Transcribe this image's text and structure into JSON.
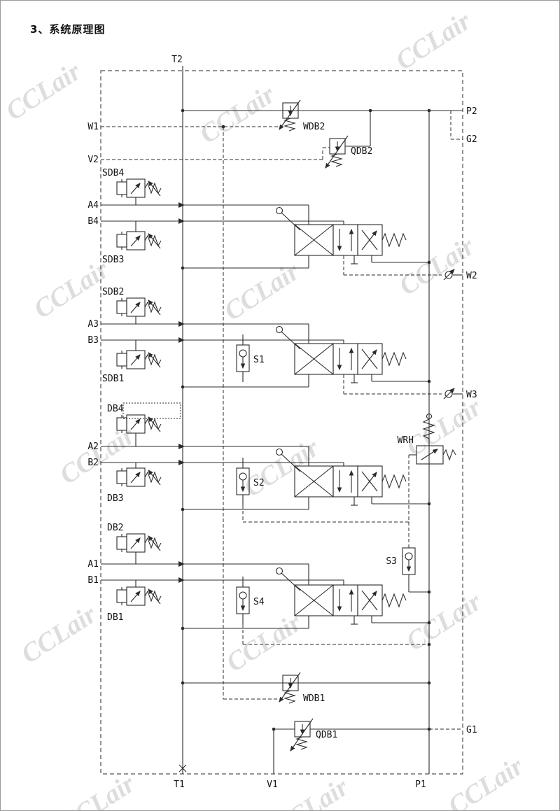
{
  "title": "3、系统原理图",
  "watermark": "CCLair",
  "ports": {
    "t2": "T2",
    "w1": "W1",
    "v2": "V2",
    "a4": "A4",
    "b4": "B4",
    "a3": "A3",
    "b3": "B3",
    "a2": "A2",
    "b2": "B2",
    "a1": "A1",
    "b1": "B1",
    "t1": "T1",
    "v1": "V1",
    "p1": "P1",
    "p2": "P2",
    "g2": "G2",
    "w2": "W2",
    "w3": "W3",
    "g1": "G1"
  },
  "components": {
    "sdb4": "SDB4",
    "sdb3": "SDB3",
    "sdb2": "SDB2",
    "sdb1": "SDB1",
    "db4": "DB4",
    "db3": "DB3",
    "db2": "DB2",
    "db1": "DB1",
    "wdb2": "WDB2",
    "qdb2": "QDB2",
    "wdb1": "WDB1",
    "qdb1": "QDB1",
    "s1": "S1",
    "s2": "S2",
    "s3": "S3",
    "s4": "S4",
    "wrh": "WRH"
  }
}
